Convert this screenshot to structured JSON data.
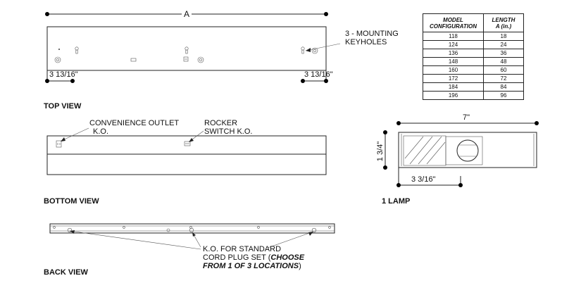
{
  "dims": {
    "a": "A",
    "left_offset": "3 13/16\"",
    "right_offset": "3 13/16\"",
    "width": "7\"",
    "height": "1 3/4\"",
    "lamp_depth": "3 3/16\""
  },
  "callouts": {
    "mounting_line1": "3 - MOUNTING",
    "mounting_line2": "KEYHOLES",
    "outlet_line1": "CONVENIENCE OUTLET",
    "outlet_line2": "K.O.",
    "rocker_line1": "ROCKER",
    "rocker_line2": "SWITCH K.O.",
    "ko_line1": "K.O. FOR STANDARD",
    "ko_line2_a": "CORD PLUG SET (",
    "ko_line2_b": "CHOOSE",
    "ko_line3_a": "FROM 1 OF 3 LOCATIONS",
    "ko_line3_b": ")"
  },
  "views": {
    "top": "TOP VIEW",
    "bottom": "BOTTOM VIEW",
    "back": "BACK VIEW",
    "lamp": "1 LAMP"
  },
  "table": {
    "headers": [
      [
        "MODEL",
        "CONFIGURATION"
      ],
      [
        "LENGTH",
        "A (in.)"
      ]
    ],
    "rows": [
      [
        "118",
        "18"
      ],
      [
        "124",
        "24"
      ],
      [
        "136",
        "36"
      ],
      [
        "148",
        "48"
      ],
      [
        "160",
        "60"
      ],
      [
        "172",
        "72"
      ],
      [
        "184",
        "84"
      ],
      [
        "196",
        "96"
      ]
    ]
  }
}
